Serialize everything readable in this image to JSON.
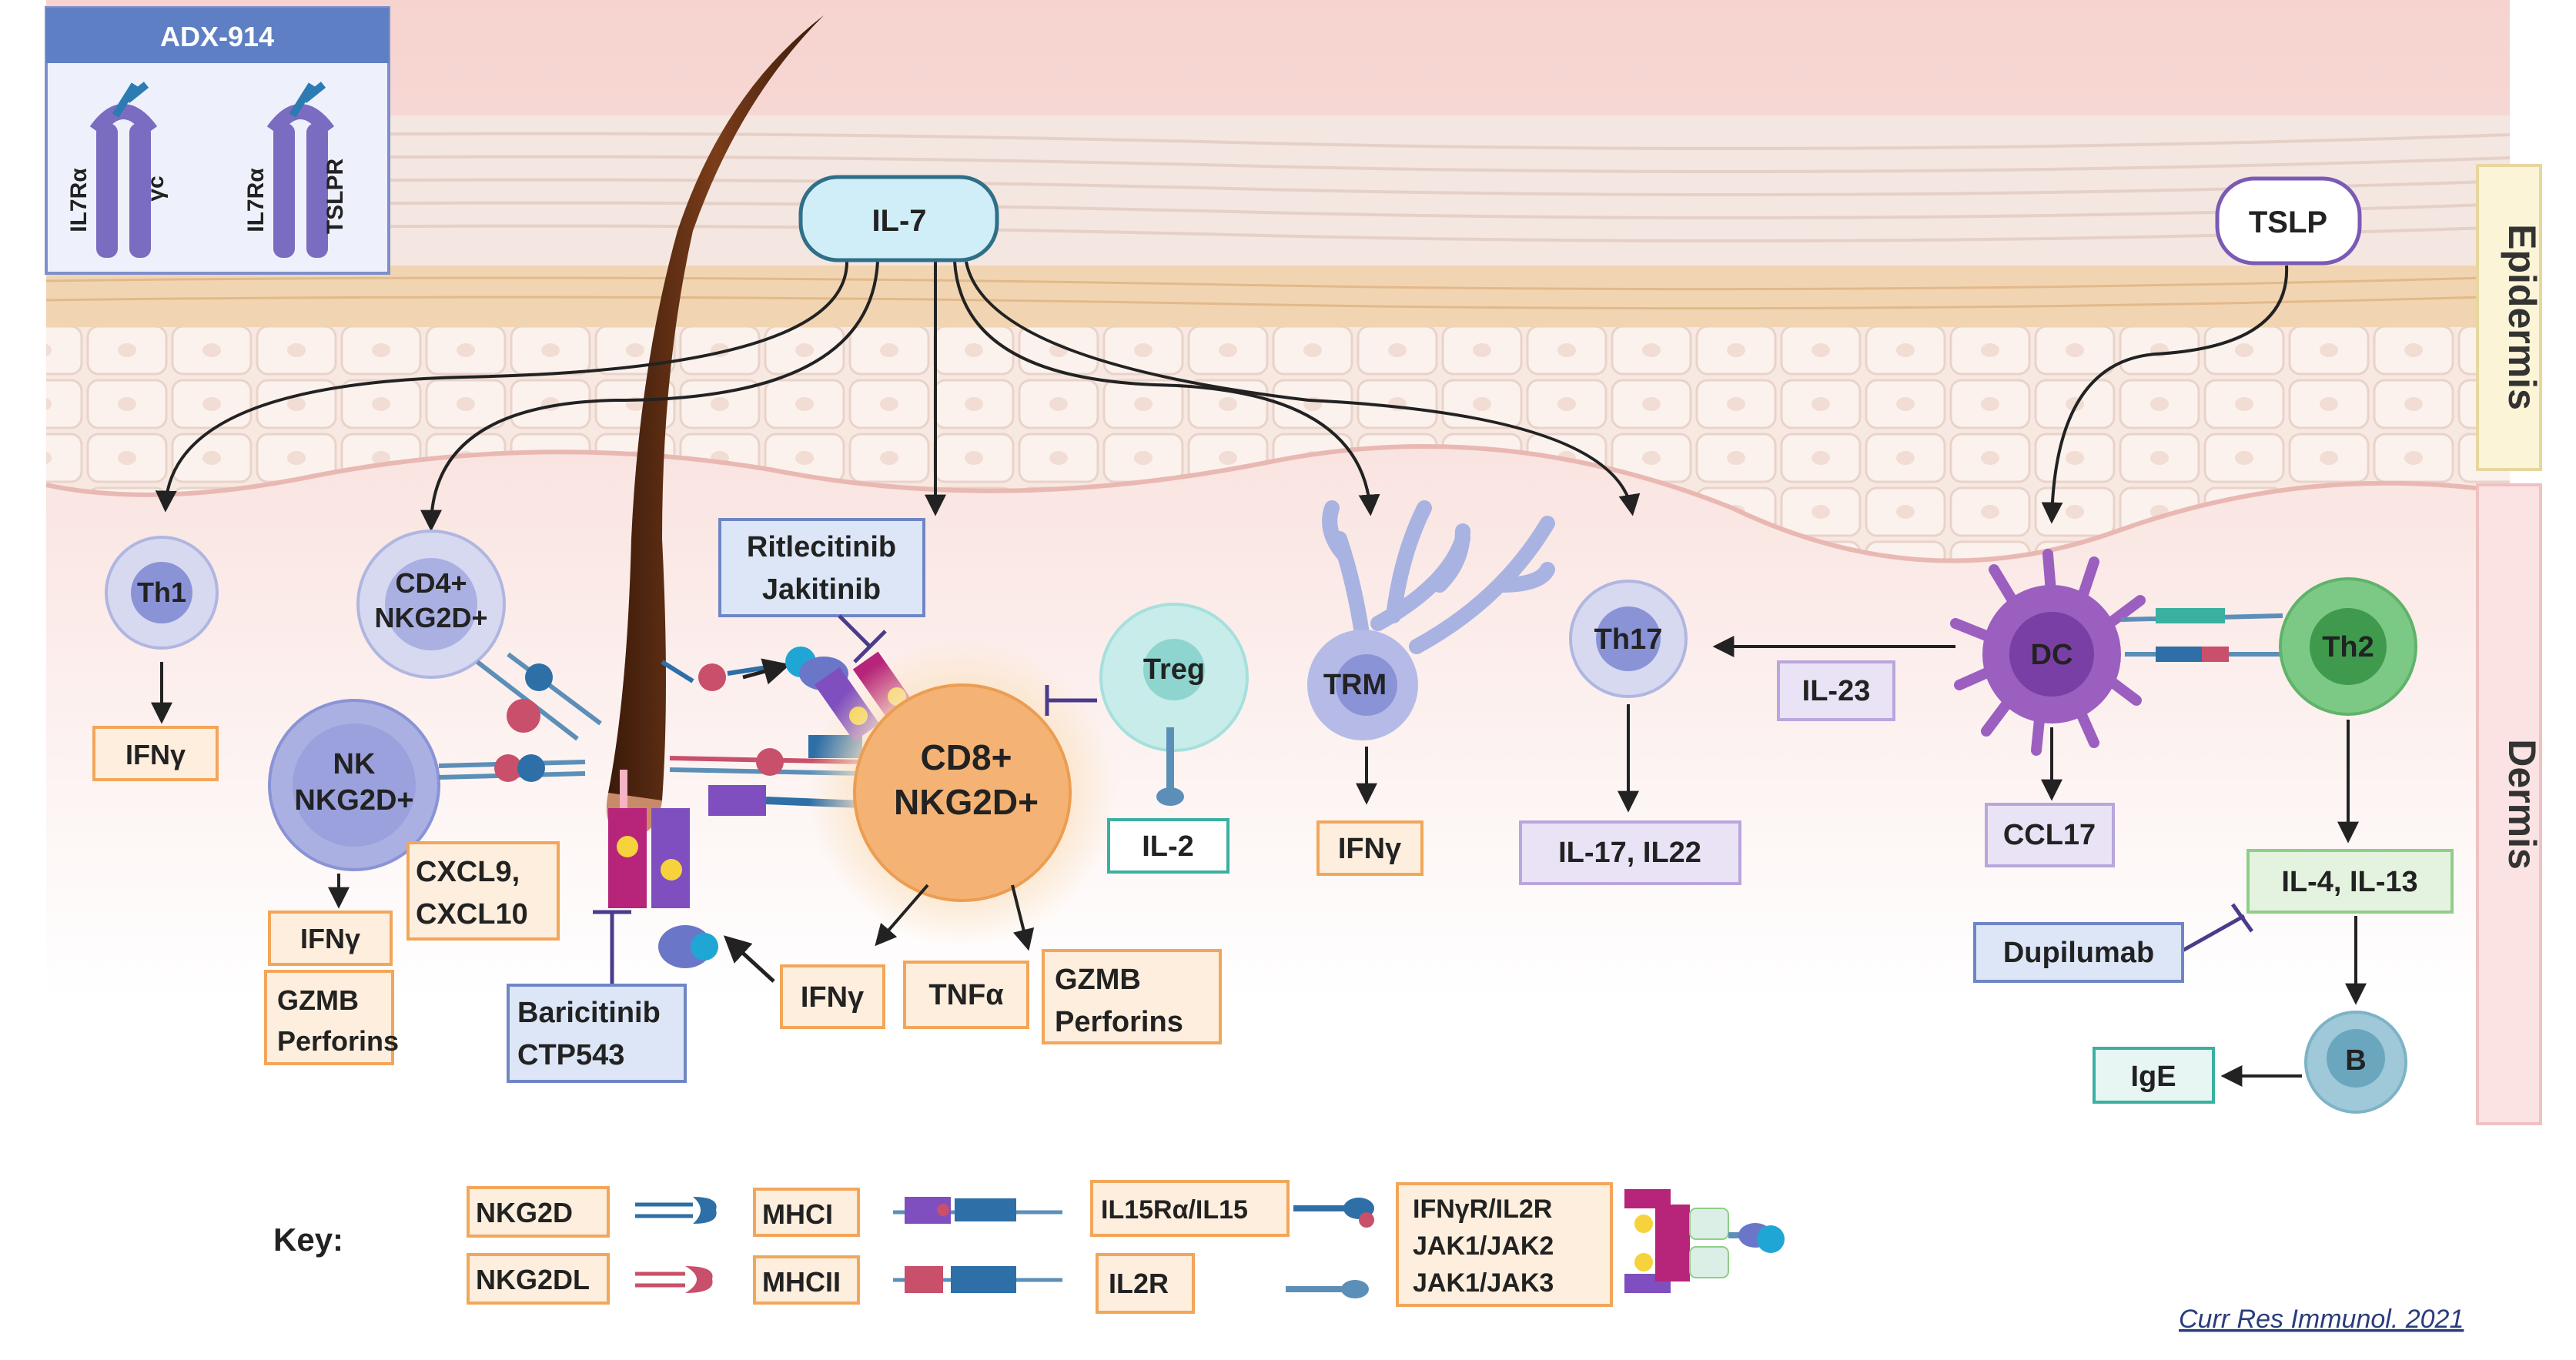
{
  "insets": {
    "drug_title": "ADX-914",
    "receptor_a": [
      "IL7Rα",
      "γc"
    ],
    "receptor_b": [
      "IL7Rα",
      "TSLPR"
    ]
  },
  "layers": {
    "epidermis": "Epidermis",
    "dermis": "Dermis"
  },
  "cytokines": {
    "il7": "IL-7",
    "tslp": "TSLP",
    "il23": "IL-23",
    "il2": "IL-2"
  },
  "cells": {
    "th1": "Th1",
    "cd4": [
      "CD4+",
      "NKG2D+"
    ],
    "nk": [
      "NK",
      "NKG2D+"
    ],
    "cd8": [
      "CD8+",
      "NKG2D+"
    ],
    "treg": "Treg",
    "trm": "TRM",
    "th17": "Th17",
    "dc": "DC",
    "th2": "Th2",
    "b": "B"
  },
  "outputs": {
    "th1_out": "IFNγ",
    "nk_ifn": "IFNγ",
    "nk_gzmb": [
      "GZMB",
      "Perforins"
    ],
    "cxcl": [
      "CXCL9,",
      "CXCL10"
    ],
    "cd8_ifn": "IFNγ",
    "cd8_tnf": "TNFα",
    "cd8_gzmb": [
      "GZMB",
      "Perforins"
    ],
    "trm_out": "IFNγ",
    "th17_out": "IL-17, IL22",
    "dc_out": "CCL17",
    "th2_out": "IL-4, IL-13",
    "b_out": "IgE"
  },
  "drugs": {
    "ritlecitinib": [
      "Ritlecitinib",
      "Jakitinib"
    ],
    "baricitinib": [
      "Baricitinib",
      "CTP543"
    ],
    "dupilumab": "Dupilumab"
  },
  "key": {
    "title": "Key:",
    "nkg2d": "NKG2D",
    "nkg2dl": "NKG2DL",
    "mhci": "MHCI",
    "mhcii": "MHCII",
    "il15": "IL15Rα/IL15",
    "il2r": "IL2R",
    "jak": [
      "IFNγR/IL2R",
      "JAK1/JAK2",
      "JAK1/JAK3"
    ]
  },
  "citation": "Curr Res Immunol. 2021",
  "colors": {
    "box_orange": "#f2a65a",
    "box_purple": "#b9a6dc",
    "box_blue": "#6f86c4",
    "box_green": "#8fce86",
    "box_teal": "#3ab0a0",
    "cd8_fill": "#f4b374",
    "cell_blue": "#b5bbe6",
    "th2_fill": "#7cc985",
    "treg_fill": "#a6e0dc",
    "dc_fill": "#9b5fc0"
  }
}
